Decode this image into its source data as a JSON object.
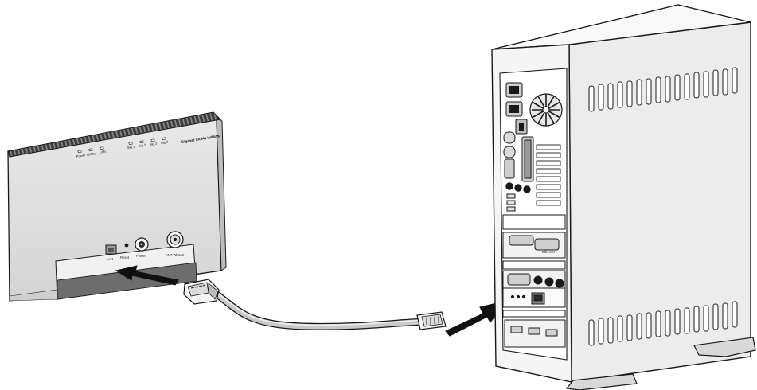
{
  "router": {
    "brand_label": "Gigaset SX541 WiMAX",
    "led_labels": [
      "Power",
      "WiMax",
      "LAN",
      "Sig 1",
      "Sig 2",
      "Sig 3",
      "Sig 4"
    ],
    "port_labels": {
      "lan": "LAN",
      "reset": "Reset",
      "power": "Power",
      "antenna": "ANT WiMAX"
    }
  },
  "pc": {
    "port_label": "Ethernet"
  },
  "colors": {
    "outline": "#1a1a1a",
    "router_body": "#e4e4e4",
    "router_shadow": "#c8c8c8",
    "router_top": "#3a3a3a",
    "pc_front": "#f4f4f4",
    "pc_side": "#ececec",
    "cable": "#c9c9c9",
    "arrow": "#111111"
  }
}
